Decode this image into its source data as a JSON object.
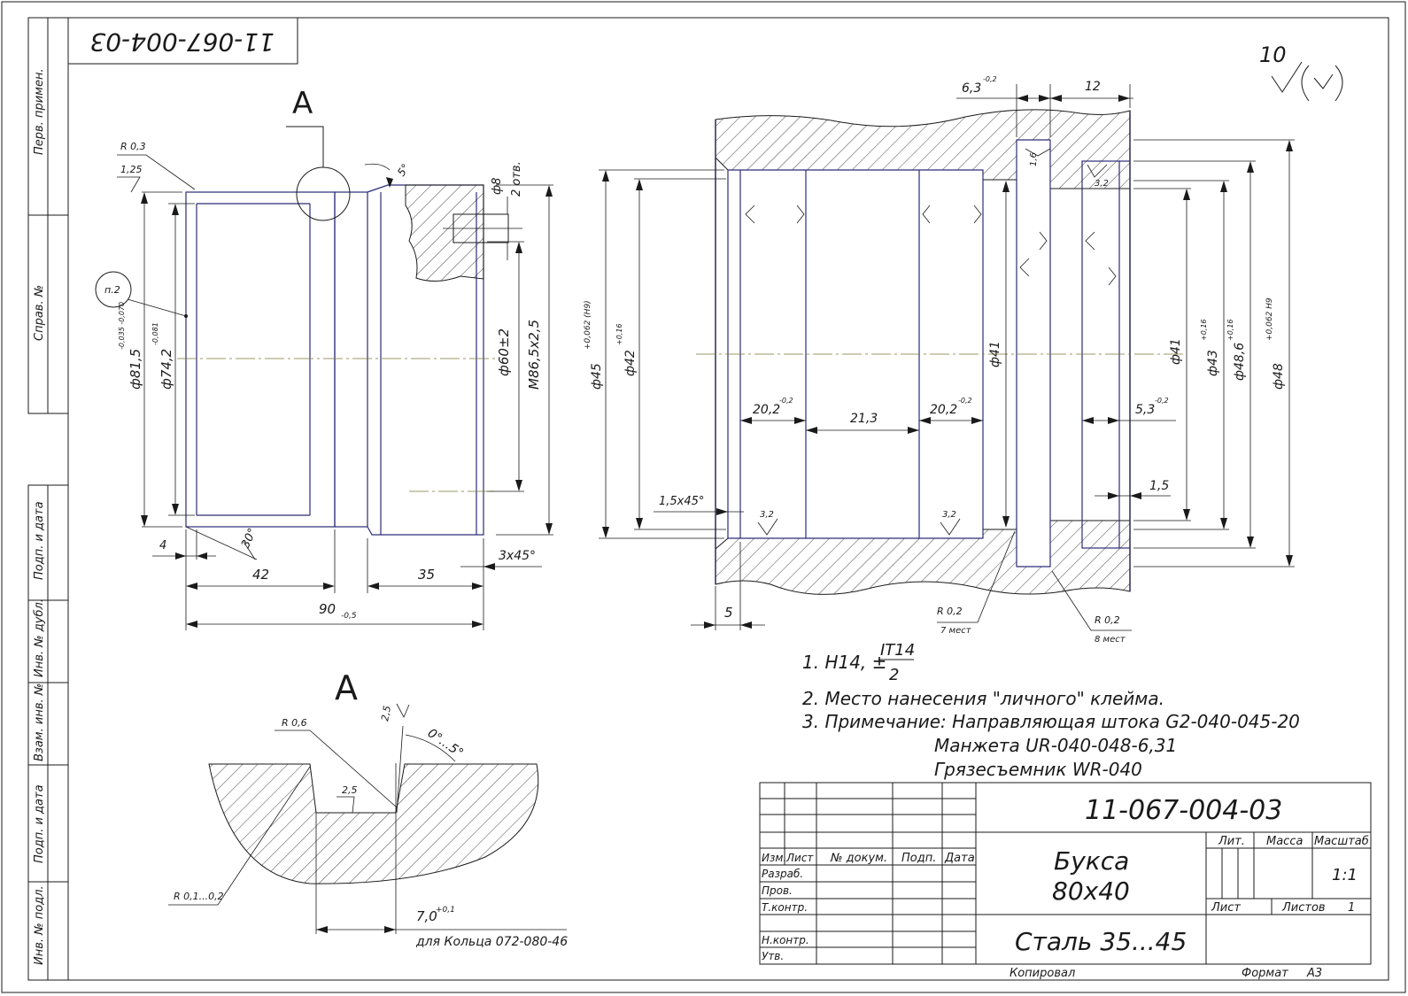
{
  "title_block": {
    "drawing_number": "11-067-004-03",
    "drawing_number_rotated": "11-067-004-03",
    "part_name_line1": "Букса",
    "part_name_line2": "80х40",
    "material": "Сталь 35...45",
    "lit_label": "Лит.",
    "mass_label": "Масса",
    "scale_label": "Масштаб",
    "scale_value": "1:1",
    "sheet_label": "Лист",
    "sheets_label": "Листов",
    "sheets_value": "1",
    "copied_label": "Копировал",
    "format_label": "Формат",
    "format_value": "А3",
    "row_headers": [
      "Изм.",
      "Лист",
      "№ докум.",
      "Подп.",
      "Дата"
    ],
    "roles": [
      "Разраб.",
      "Пров.",
      "Т.контр.",
      "Н.контр.",
      "Утв."
    ]
  },
  "side_stamps": [
    "Перв. примен.",
    "Справ. №",
    "Подп. и дата",
    "Инв. № дубл.",
    "Взам. инв. №",
    "Подп. и дата",
    "Инв. № подл."
  ],
  "roughness_general": "10",
  "view_label_top": "А",
  "view_label_detail": "А",
  "notes": {
    "n1_prefix": "1. H14, ±",
    "n1_num": "IT14",
    "n1_den": "2",
    "n2": "2. Место нанесения \"личного\" клейма.",
    "n3": "3. Примечание: Направляющая штока G2-040-045-20",
    "n3b": "Манжета UR-040-048-6,31",
    "n3c": "Грязесъемник WR-040"
  },
  "left_view": {
    "r03": "R 0,3",
    "d125": "1,25",
    "p2": "п.2",
    "d815": "ф81,5",
    "d815_tol": "-0,035 -0,070",
    "d742": "ф74,2",
    "d742_tol": "-0,081",
    "d60": "ф60±2",
    "m86": "М86,5х2,5",
    "d8": "ф8",
    "otv": "2 отв.",
    "deg5": "5°",
    "deg30": "30°",
    "d4": "4",
    "d42": "42",
    "d35": "35",
    "d90": "90",
    "d90_tol": "-0,5",
    "ch3x45": "3х45°"
  },
  "right_view": {
    "d63": "6,3",
    "d63_tol": "-0,2",
    "d12": "12",
    "r16": "1,6",
    "r32": "3,2",
    "d45": "ф45",
    "d45_tol": "+0,062 (H9)",
    "d42": "ф42",
    "d42_tol": "+0,16",
    "d41a": "ф41",
    "d41b": "ф41",
    "d43": "ф43",
    "d43_tol": "+0,16",
    "d486": "ф48,6",
    "d486_tol": "+0,16",
    "d48": "ф48",
    "d48_tol": "+0,062 H9",
    "d202a": "20,2",
    "d202b": "20,2",
    "tol02": "-0,2",
    "d213": "21,3",
    "d53": "5,3",
    "d15": "1,5",
    "ch15": "1,5х45°",
    "d5": "5",
    "r02a": "R 0,2",
    "r02a_note": "7 мест",
    "r02b": "R 0,2",
    "r02b_note": "8 мест"
  },
  "detail_view": {
    "r06": "R 0,6",
    "d25a": "2,5",
    "d25b": "2,5",
    "ang": "0°...5°",
    "r0102": "R 0,1...0,2",
    "d70": "7,0",
    "d70_tol": "+0,1",
    "ring": "для Кольца 072-080-46"
  }
}
